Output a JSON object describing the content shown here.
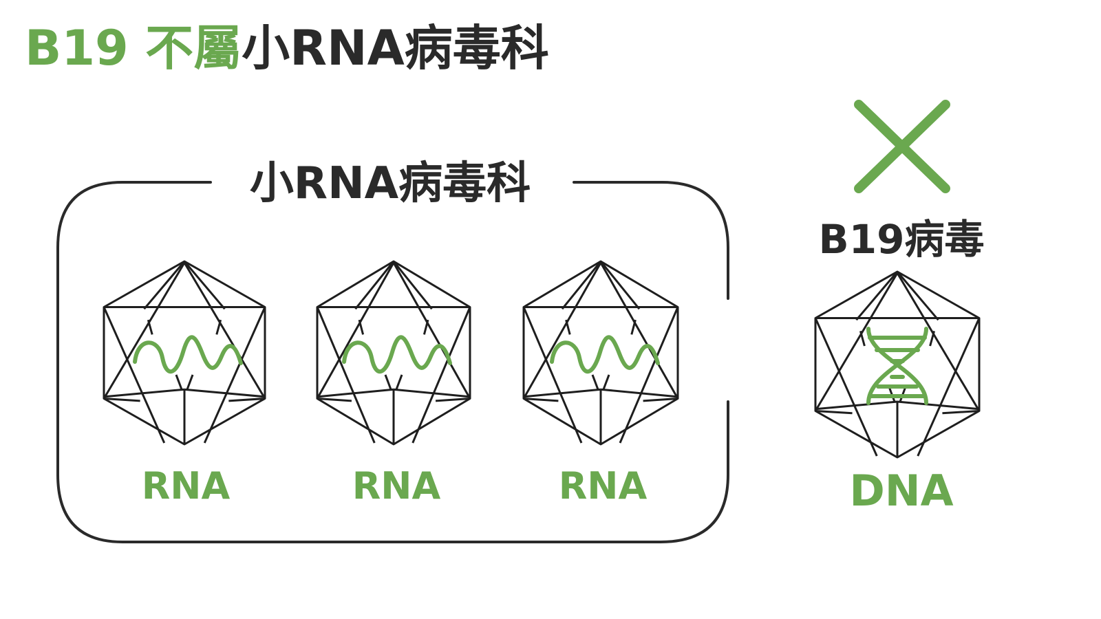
{
  "title": {
    "green_part": "B19 不屬",
    "dark_part": "小RNA病毒科"
  },
  "family_box": {
    "label": "小RNA病毒科",
    "members": [
      {
        "nucleic_acid": "RNA"
      },
      {
        "nucleic_acid": "RNA"
      },
      {
        "nucleic_acid": "RNA"
      }
    ]
  },
  "b19": {
    "label": "B19病毒",
    "nucleic_acid": "DNA",
    "excluded_mark": "x-icon"
  },
  "colors": {
    "accent_green": "#6aa84f",
    "dark_text": "#2a2a2a",
    "line": "#1e1e1e",
    "background": "#ffffff"
  }
}
